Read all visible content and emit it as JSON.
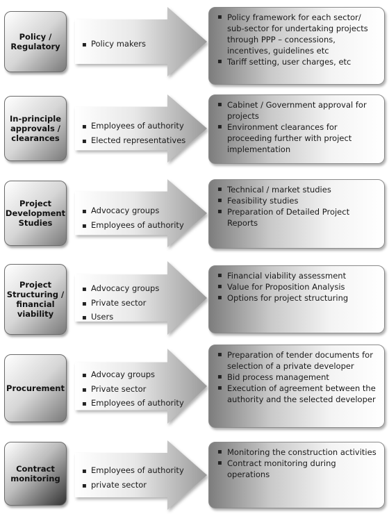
{
  "stages": [
    {
      "title": "Policy /\nRegulatory",
      "stakeholders": [
        "Policy makers"
      ],
      "activities": [
        "Policy framework for each sector/ sub-sector for undertaking projects through PPP – concessions, incentives, guidelines etc",
        "Tariff setting, user charges, etc"
      ]
    },
    {
      "title": "In-principle\napprovals /\nclearances",
      "stakeholders": [
        "Employees of authority",
        "Elected representatives"
      ],
      "activities": [
        "Cabinet / Government approval for projects",
        "Environment clearances for proceeding further with project implementation"
      ]
    },
    {
      "title": "Project\nDevelopment\nStudies",
      "stakeholders": [
        "Advocacy groups",
        "Employees of authority"
      ],
      "activities": [
        "Technical / market studies",
        "Feasibility studies",
        "Preparation of Detailed Project Reports"
      ]
    },
    {
      "title": "Project\nStructuring /\nfinancial\nviability",
      "stakeholders": [
        "Advocacy groups",
        "Private sector",
        "Users"
      ],
      "activities": [
        "Financial viability assessment",
        "Value for Proposition Analysis",
        "Options for project structuring"
      ]
    },
    {
      "title": "Procurement",
      "stakeholders": [
        "Advocay groups",
        "Private sector",
        "Employees of authority"
      ],
      "activities": [
        "Preparation of tender documents for selection of a private developer",
        "Bid process management",
        "Execution of agreement between the authority and the selected developer"
      ]
    },
    {
      "title": "Contract\nmonitoring",
      "stakeholders": [
        "Employees of authority",
        "private sector"
      ],
      "activities": [
        "Monitoring the construction activities",
        "Contract monitoring during operations"
      ]
    }
  ]
}
